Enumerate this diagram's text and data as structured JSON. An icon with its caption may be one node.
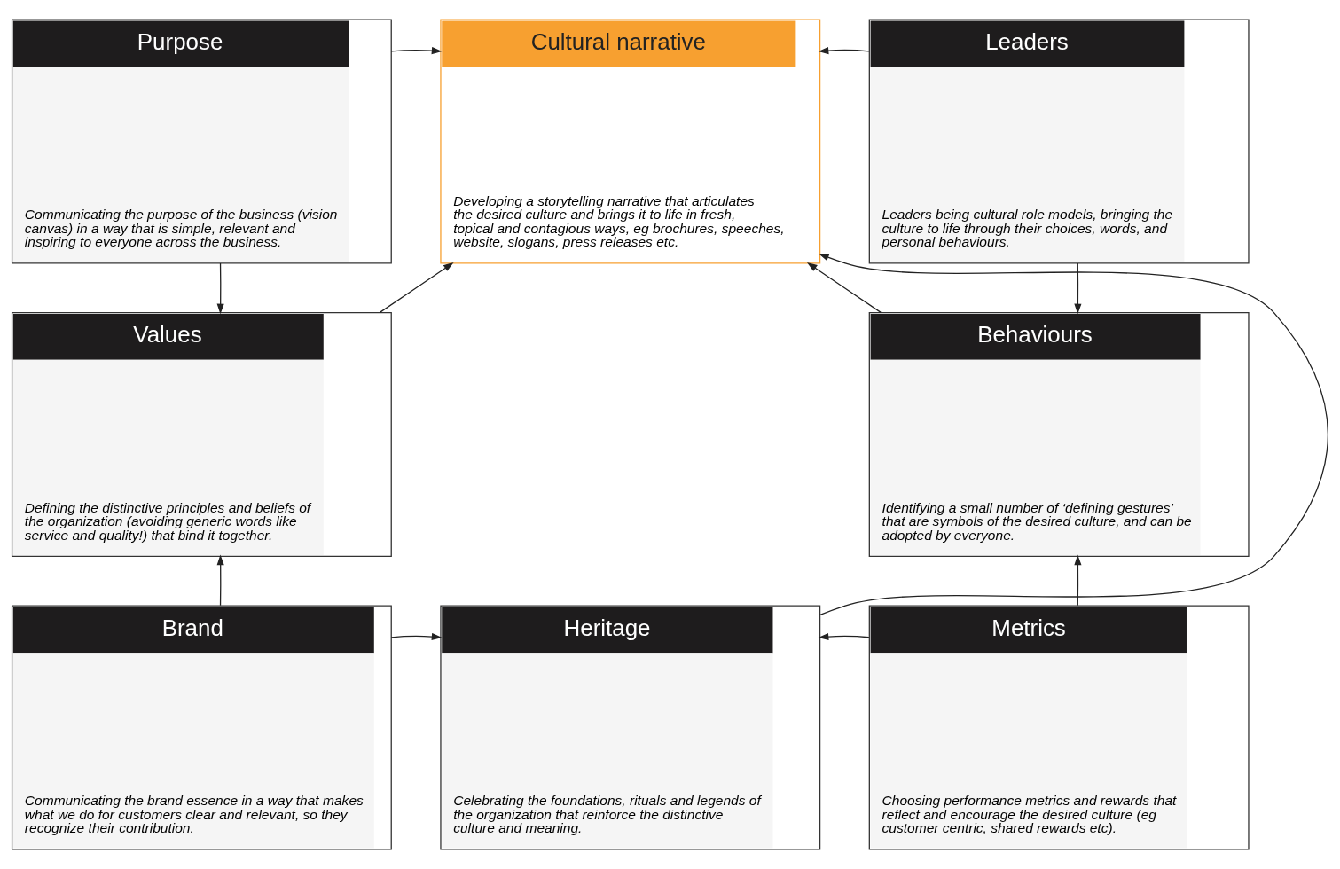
{
  "diagram": {
    "nodes": [
      {
        "text": [
          "Purpose",
          "Communicating the purpose of the business (vision canvas) in a way that is simple, relevant and inspiring to everyone across the business."
        ]
      },
      {
        "text": [
          "Cultural narrative",
          "Developing a storytelling narrative that articulates the desired culture and brings it to life in fresh, topical and contagious ways, eg brochures, speeches, website, slogans, press releases etc."
        ]
      },
      {
        "text": [
          "Leaders",
          "Leaders being cultural role models, bringing the culture to life through their choices, words, and personal behaviours."
        ]
      },
      {
        "text": [
          "Values",
          "Defining the distinctive principles and beliefs of the organization (avoiding generic words like service and quality!) that bind it together."
        ]
      },
      {
        "text": [
          "Behaviours",
          "Identifying a small number of ‘defining gestures’ that are symbols of the desired culture, and can be adopted by everyone."
        ]
      },
      {
        "text": [
          "Brand",
          "Communicating the brand essence in a way that makes what we do for customers clear and relevant, so they recognize their contribution."
        ]
      },
      {
        "text": [
          "Heritage",
          "Celebrating the foundations, rituals and legends of the organization that reinforce the distinctive culture and meaning."
        ]
      },
      {
        "text": [
          "Metrics",
          "Choosing performance metrics and rewards that reflect and encourage the desired culture (eg customer centric, shared rewards etc)."
        ]
      }
    ],
    "edges": [
      {
        "from": 0,
        "to": 1,
        "arrow": "to"
      },
      {
        "from": 2,
        "to": 1,
        "arrow": "to"
      },
      {
        "from": 0,
        "to": 3,
        "arrow": "to"
      },
      {
        "from": 2,
        "to": 4,
        "arrow": "to"
      },
      {
        "from": 3,
        "to": 1,
        "arrow": "to"
      },
      {
        "from": 4,
        "to": 1,
        "arrow": "to"
      },
      {
        "from": 5,
        "to": 3,
        "arrow": "to"
      },
      {
        "from": 6,
        "to": 1,
        "arrow": "to"
      },
      {
        "from": 7,
        "to": 4,
        "arrow": "to"
      },
      {
        "from": 5,
        "to": 6,
        "arrow": "to"
      },
      {
        "from": 7,
        "to": 6,
        "arrow": "to"
      }
    ]
  }
}
